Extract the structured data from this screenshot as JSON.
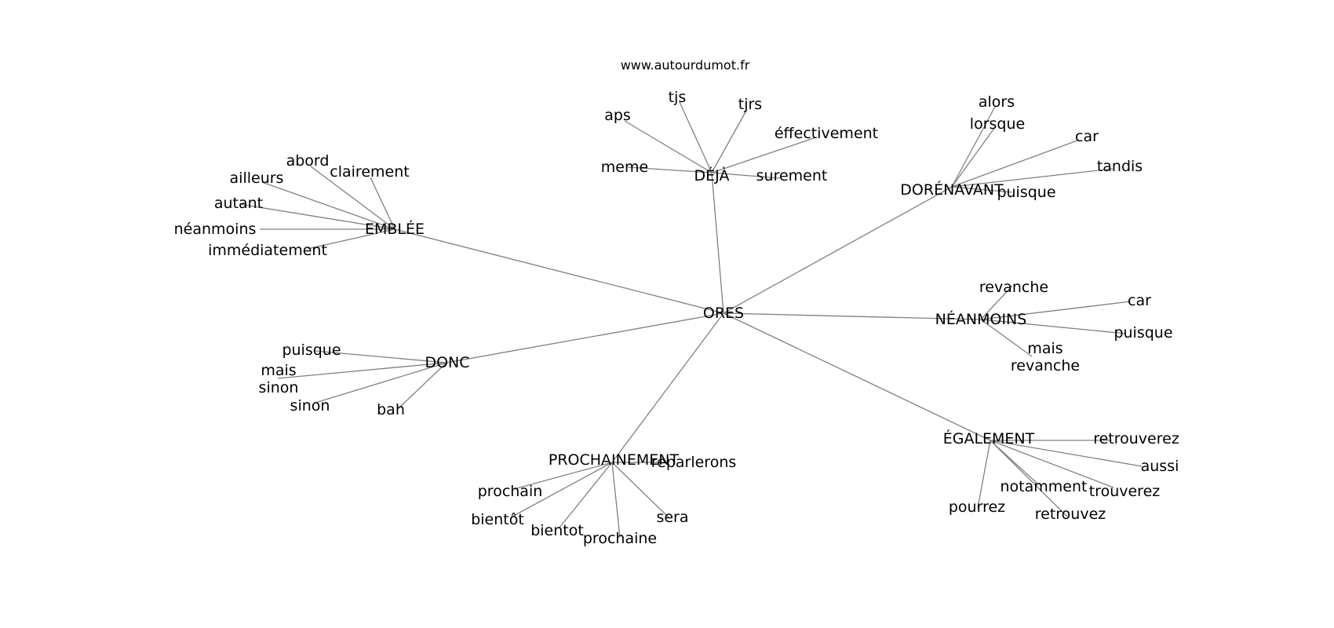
{
  "site": "www.autourdumot.fr",
  "center": "ORES",
  "groups": [
    {
      "hub": "DÉJÀ",
      "leaves": [
        "aps",
        "tjs",
        "tjrs",
        "éffectivement",
        "meme",
        "surement"
      ]
    },
    {
      "hub": "DORÉNAVANT",
      "leaves": [
        "alors",
        "lorsque",
        "car",
        "tandis",
        "puisque"
      ]
    },
    {
      "hub": "EMBLÉE",
      "leaves": [
        "abord",
        "clairement",
        "ailleurs",
        "autant",
        "néanmoins",
        "immédiatement"
      ]
    },
    {
      "hub": "NÉANMOINS",
      "leaves": [
        "revanche",
        "car",
        "puisque",
        "mais\nrevanche"
      ]
    },
    {
      "hub": "DONC",
      "leaves": [
        "puisque",
        "mais\nsinon",
        "sinon",
        "bah"
      ]
    },
    {
      "hub": "ÉGALEMENT",
      "leaves": [
        "retrouverez",
        "aussi",
        "notamment",
        "trouverez",
        "pourrez",
        "retrouvez"
      ]
    },
    {
      "hub": "PROCHAINEMENT",
      "leaves": [
        "reparlerons",
        "prochain",
        "bientôt",
        "bientot",
        "prochaine",
        "sera"
      ]
    }
  ]
}
